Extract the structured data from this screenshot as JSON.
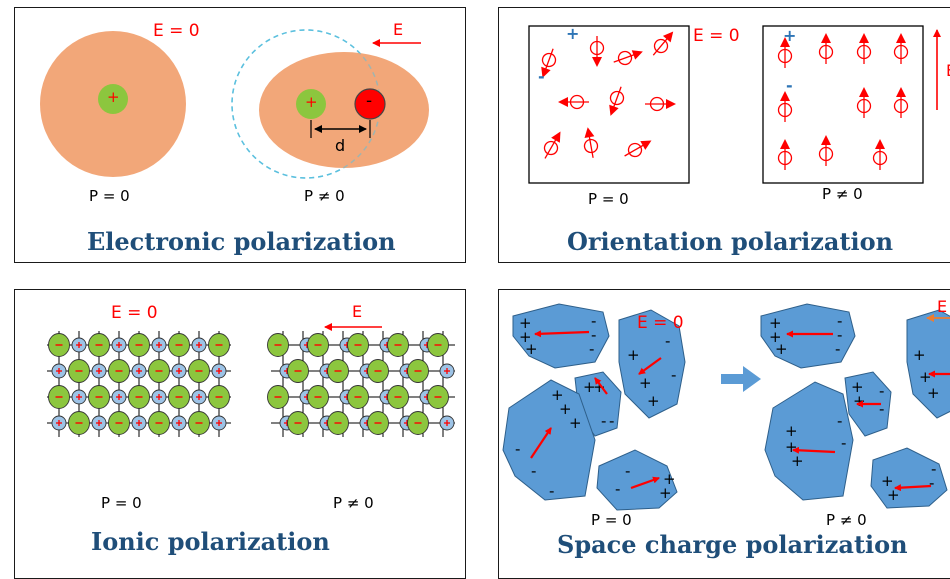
{
  "colors": {
    "atom": "#f2a779",
    "positive": "#8cc63e",
    "negative": "#ff0000",
    "ion_positive": "#9dc3e6",
    "grain": "#5b9bd5",
    "arrow": "#ff0000",
    "title": "#1f4e79",
    "dashed": "#5bc0de",
    "efield_orange": "#ed7d31"
  },
  "electronic": {
    "title": "Electronic polarization",
    "e_zero": "E = 0",
    "e_label": "E",
    "plus": "+",
    "minus": "-",
    "d_label": "d",
    "p_zero": "P = 0",
    "p_nonzero": "P ≠ 0"
  },
  "orientation": {
    "title": "Orientation polarization",
    "e_zero": "E = 0",
    "e_label": "E",
    "plus": "+",
    "minus": "-",
    "p_zero": "P = 0",
    "p_nonzero": "P ≠ 0"
  },
  "ionic": {
    "title": "Ionic polarization",
    "e_zero": "E = 0",
    "e_label": "E",
    "p_zero": "P = 0",
    "p_nonzero": "P ≠ 0"
  },
  "space_charge": {
    "title": "Space charge polarization",
    "e_zero": "E = 0",
    "e_label": "E",
    "p_zero": "P = 0",
    "p_nonzero": "P ≠ 0"
  }
}
